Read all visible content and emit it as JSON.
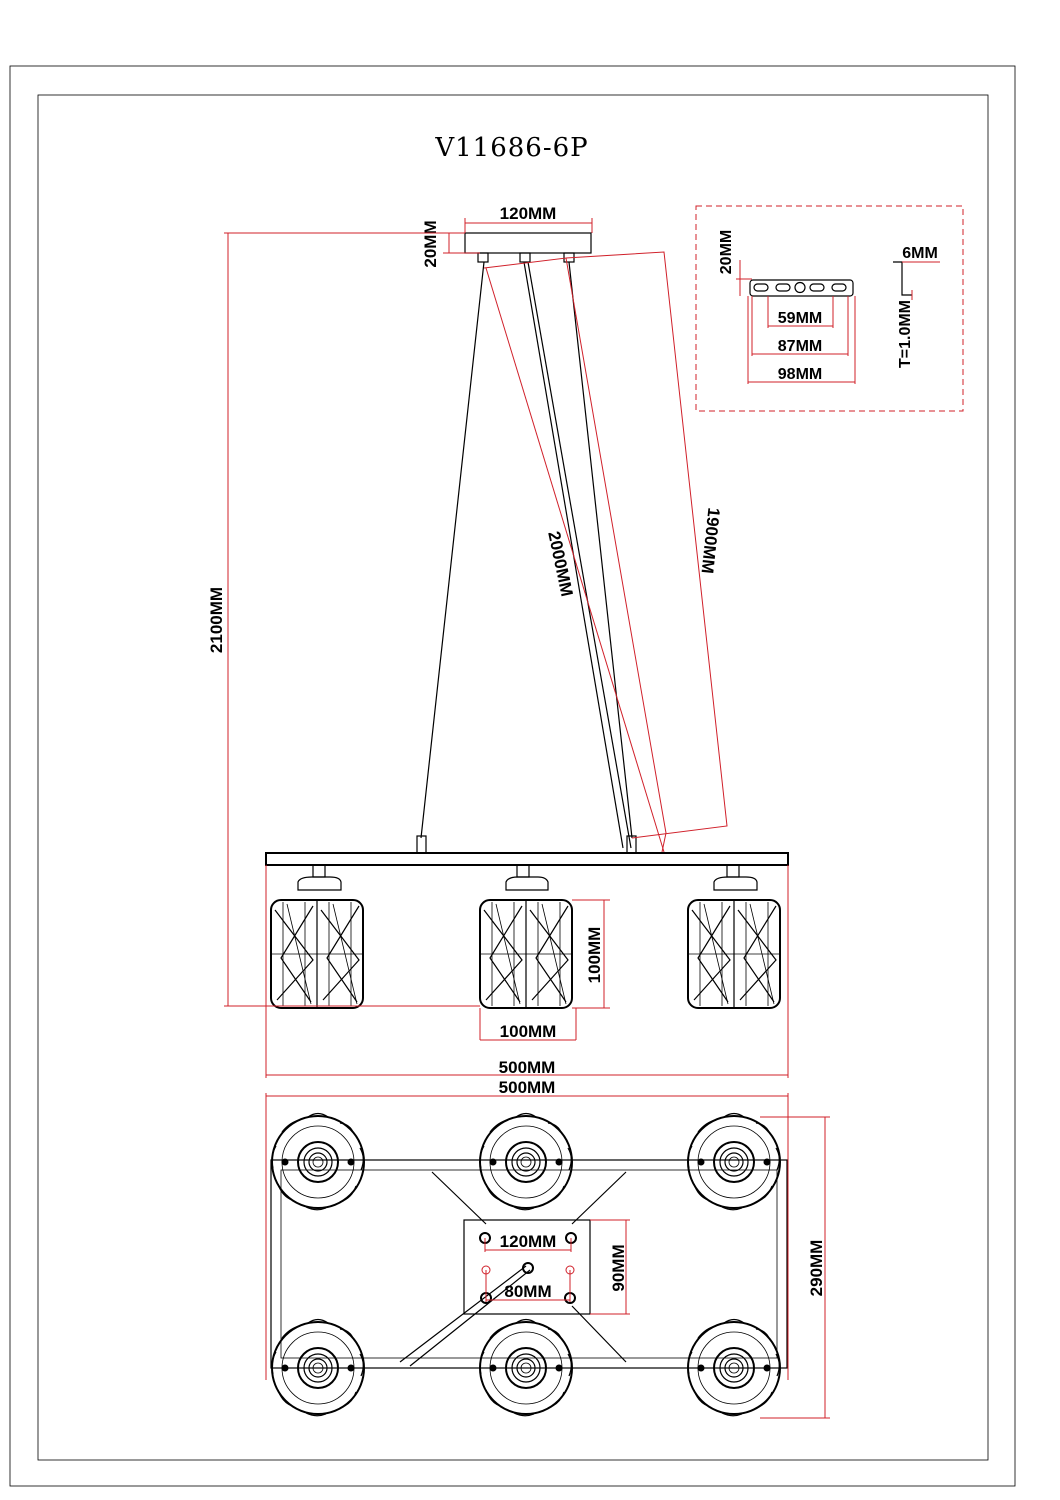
{
  "title": "V11686-6P",
  "dims": {
    "canopy_width": "120MM",
    "canopy_height": "20MM",
    "cable_long": "2000MM",
    "cable_short": "1900MM",
    "total_height": "2100MM",
    "shade_height": "100MM",
    "shade_width": "100MM",
    "frame_width_front": "500MM",
    "frame_width_top": "500MM",
    "frame_depth_top": "290MM",
    "plate_width": "120MM",
    "plate_inner": "80MM",
    "plate_depth": "90MM"
  },
  "bracket": {
    "height": "20MM",
    "lip": "6MM",
    "thickness": "T=1.0MM",
    "hole_span": "59MM",
    "inner_span": "87MM",
    "outer_span": "98MM"
  },
  "colors": {
    "dimension": "#d0202a",
    "outline": "#000000"
  }
}
